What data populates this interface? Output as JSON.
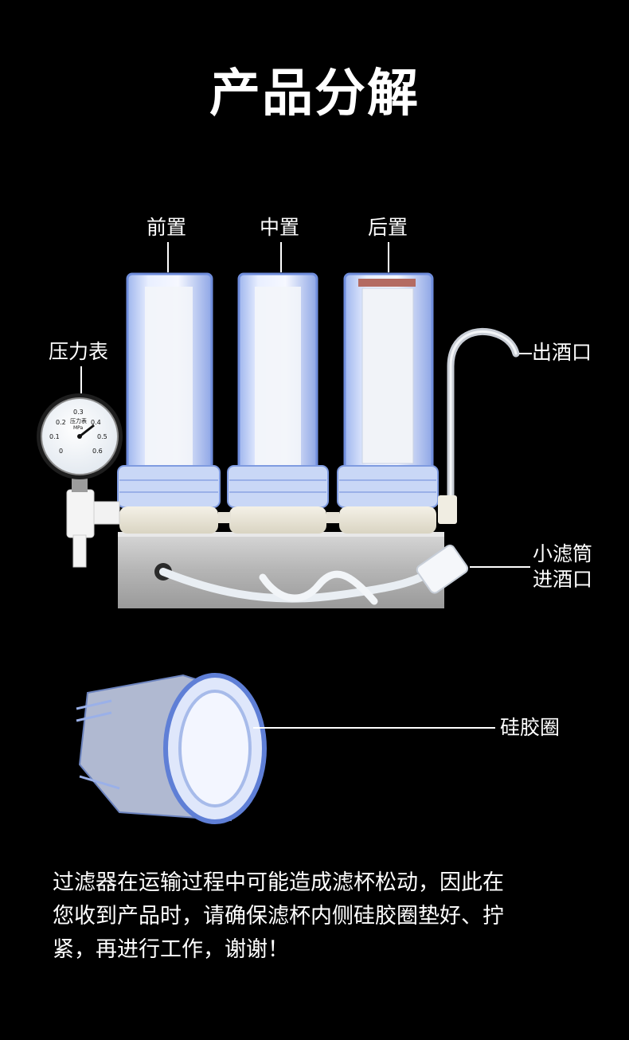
{
  "title": "产品分解",
  "labels": {
    "front": "前置",
    "middle": "中置",
    "rear": "后置",
    "gauge": "压力表",
    "outlet": "出酒口",
    "inlet_line1": "小滤筒",
    "inlet_line2": "进酒口",
    "seal": "硅胶圈"
  },
  "gauge_face": {
    "ticks": [
      "0",
      "0.1",
      "0.2",
      "0.3",
      "0.4",
      "0.5",
      "0.6"
    ],
    "caption": "压力表",
    "unit": "MPa"
  },
  "note_lines": [
    "过滤器在运输过程中可能造成滤杯松动，因此在",
    "您收到产品时，请确保滤杯内侧硅胶圈垫好、拧",
    "紧，再进行工作，谢谢！"
  ],
  "colors": {
    "background": "#000000",
    "text": "#ffffff",
    "housing_blue": "#7f9be0"
  }
}
